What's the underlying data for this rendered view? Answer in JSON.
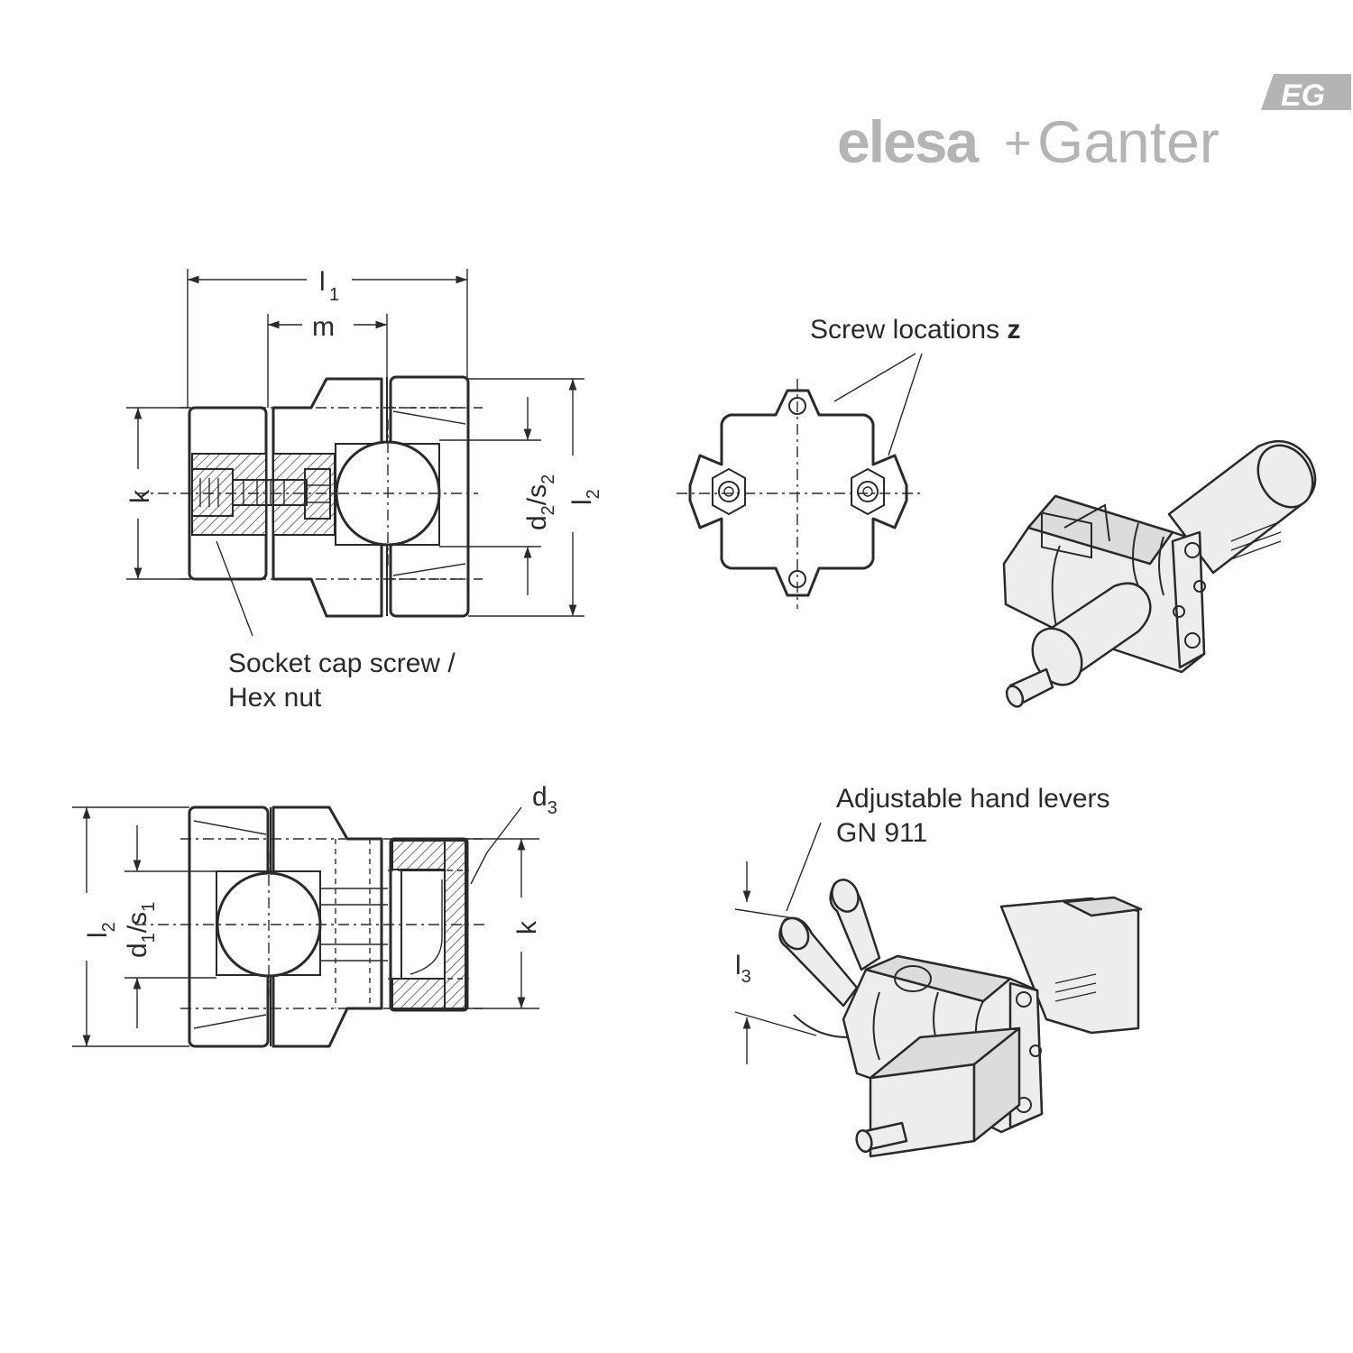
{
  "logo": {
    "word_left": "elesa",
    "plus": "+",
    "word_right": "Ganter",
    "badge": "EG",
    "color": "#b4b4b4"
  },
  "dimensions": {
    "l1": {
      "main": "l",
      "sub": "1"
    },
    "m": {
      "main": "m"
    },
    "k_top": {
      "main": "k"
    },
    "d2s2": {
      "a": "d",
      "a_sub": "2",
      "slash": "/s",
      "b_sub": "2"
    },
    "l2_top": {
      "main": "l",
      "sub": "2"
    },
    "d3": {
      "main": "d",
      "sub": "3"
    },
    "l2_bottom": {
      "main": "l",
      "sub": "2"
    },
    "d1s1": {
      "a": "d",
      "a_sub": "1",
      "slash": "/s",
      "b_sub": "1"
    },
    "k_bottom": {
      "main": "k"
    },
    "l3": {
      "main": "l",
      "sub": "3"
    }
  },
  "labels": {
    "socket_line1": "Socket cap screw /",
    "socket_line2": "Hex nut",
    "screw_locations": "Screw locations",
    "screw_locations_var": "z",
    "levers_line1": "Adjustable hand levers",
    "levers_line2": "GN 911"
  },
  "colors": {
    "line": "#2a2a2a",
    "logo": "#b4b4b4",
    "shading": "#ededed"
  }
}
